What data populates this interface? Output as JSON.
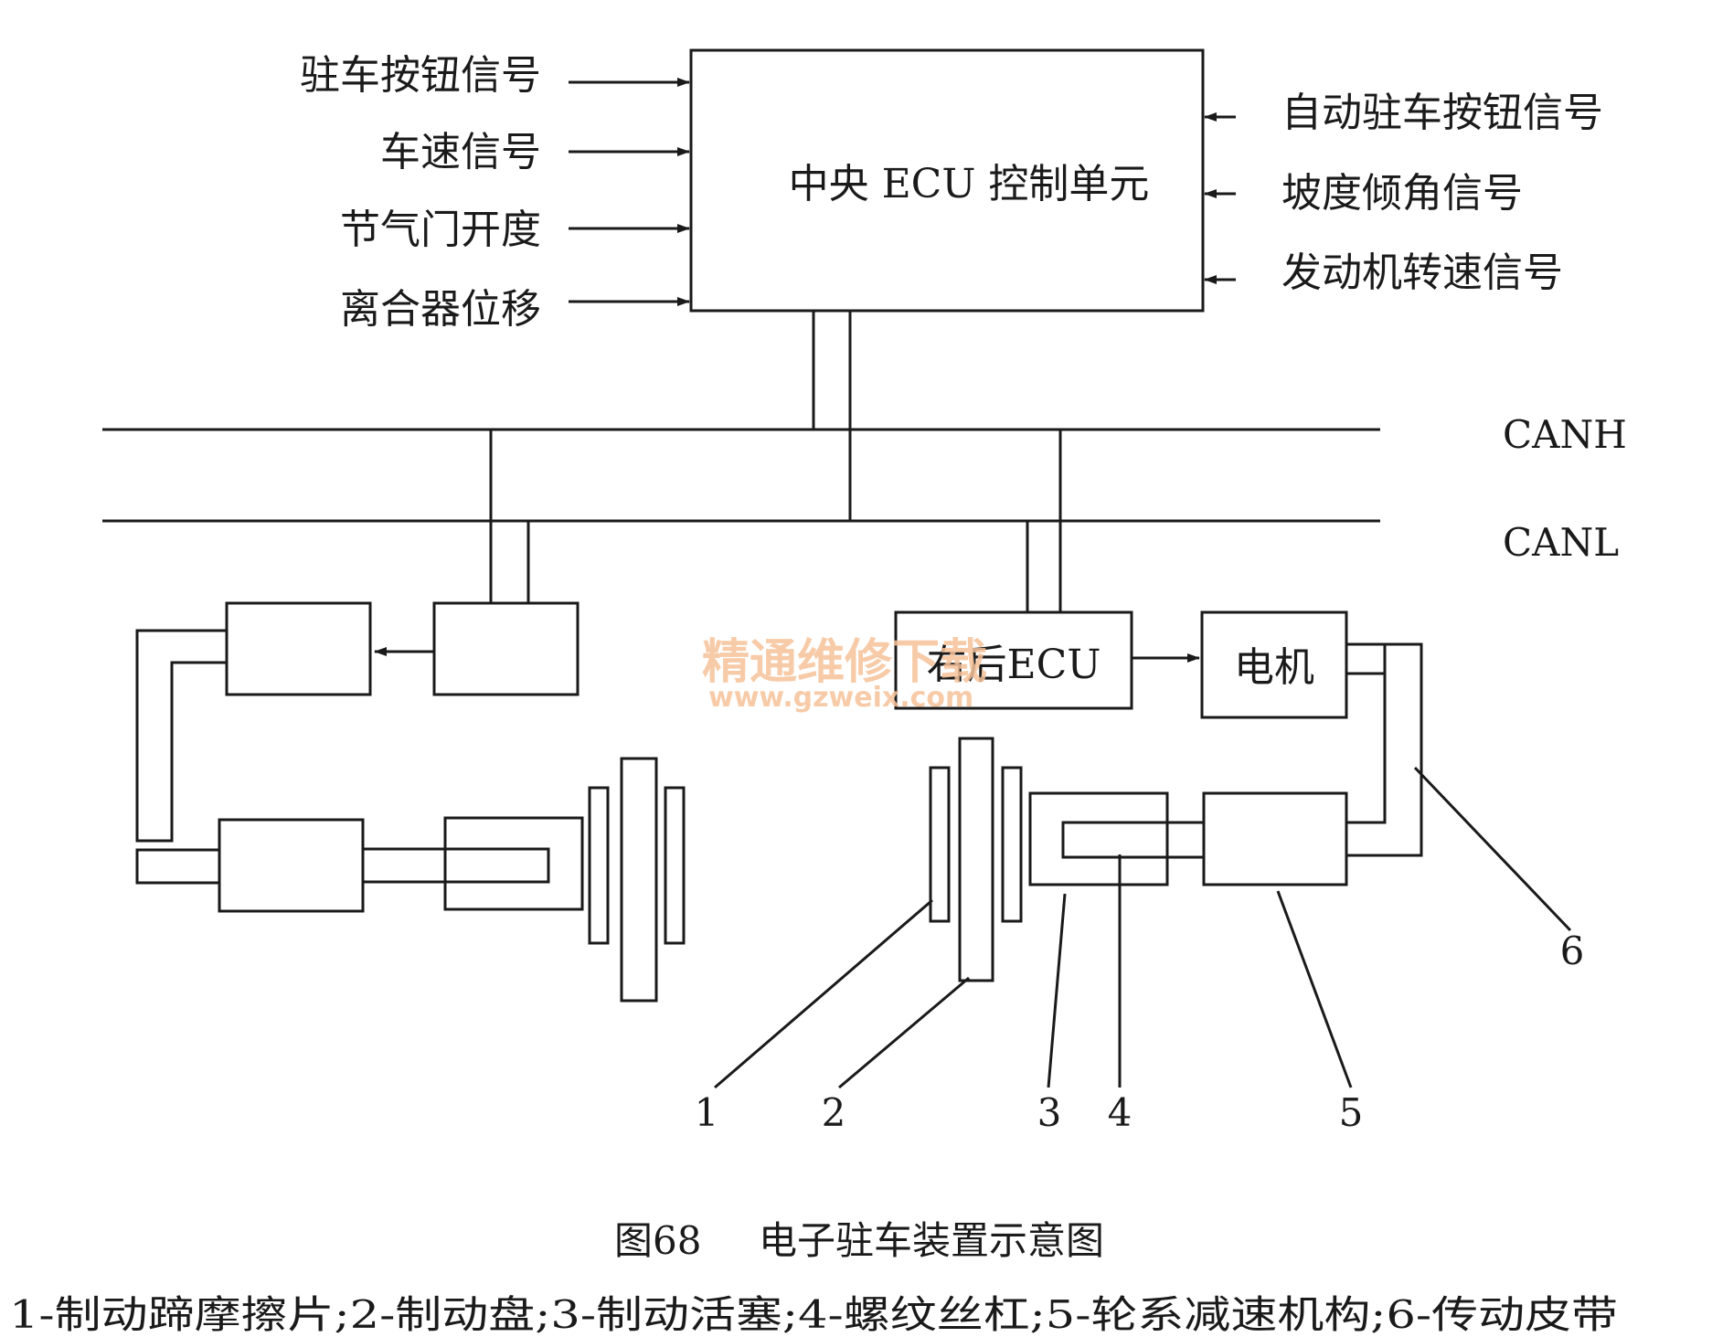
{
  "central_ecu": {
    "label": "中央 ECU 控制单元"
  },
  "inputs_left": [
    {
      "label": "驻车按钮信号"
    },
    {
      "label": "车速信号"
    },
    {
      "label": "节气门开度"
    },
    {
      "label": "离合器位移"
    }
  ],
  "inputs_right": [
    {
      "label": "自动驻车按钮信号"
    },
    {
      "label": "坡度倾角信号"
    },
    {
      "label": "发动机转速信号"
    }
  ],
  "bus": {
    "high": "CANH",
    "low": "CANL"
  },
  "right_rear_ecu": {
    "label": "右后ECU"
  },
  "motor": {
    "label": "电机"
  },
  "part_numbers": [
    "1",
    "2",
    "3",
    "4",
    "5",
    "6"
  ],
  "watermark": {
    "line1": "精通维修下载",
    "line2": "www.gzweix.com"
  },
  "caption": {
    "figure": "图68",
    "title": "电子驻车装置示意图",
    "legend": "1-制动蹄摩擦片;2-制动盘;3-制动活塞;4-螺纹丝杠;5-轮系减速机构;6-传动皮带"
  },
  "colors": {
    "ink": "#1a1a1a",
    "watermark": "#f6c39a"
  }
}
